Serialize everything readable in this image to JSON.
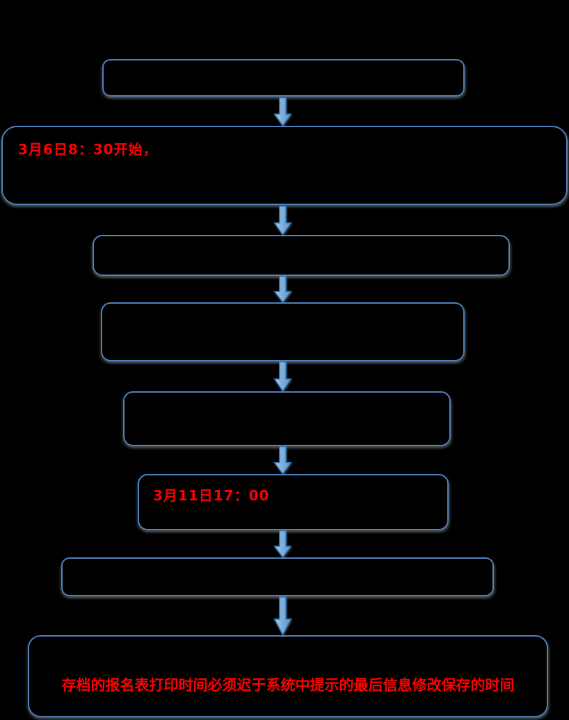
{
  "flow": {
    "type": "flowchart",
    "orientation": "vertical",
    "background_color": "#000000",
    "box_border_color": "#4f81bd",
    "arrow_fill_color": "#7fb0de",
    "arrow_border_color": "#2e75b6",
    "highlight_text_color": "#ff0000",
    "steps": [
      {
        "name": "step-1",
        "label": ""
      },
      {
        "name": "step-2",
        "label": "3月6日8：30开始，"
      },
      {
        "name": "step-3",
        "label": ""
      },
      {
        "name": "step-4",
        "label": ""
      },
      {
        "name": "step-5",
        "label": ""
      },
      {
        "name": "step-6",
        "label": "3月11日17：00"
      },
      {
        "name": "step-7",
        "label": ""
      },
      {
        "name": "step-8",
        "label": "存档的报名表打印时间必须迟于系统中提示的最后信息修改保存的时间"
      }
    ]
  }
}
